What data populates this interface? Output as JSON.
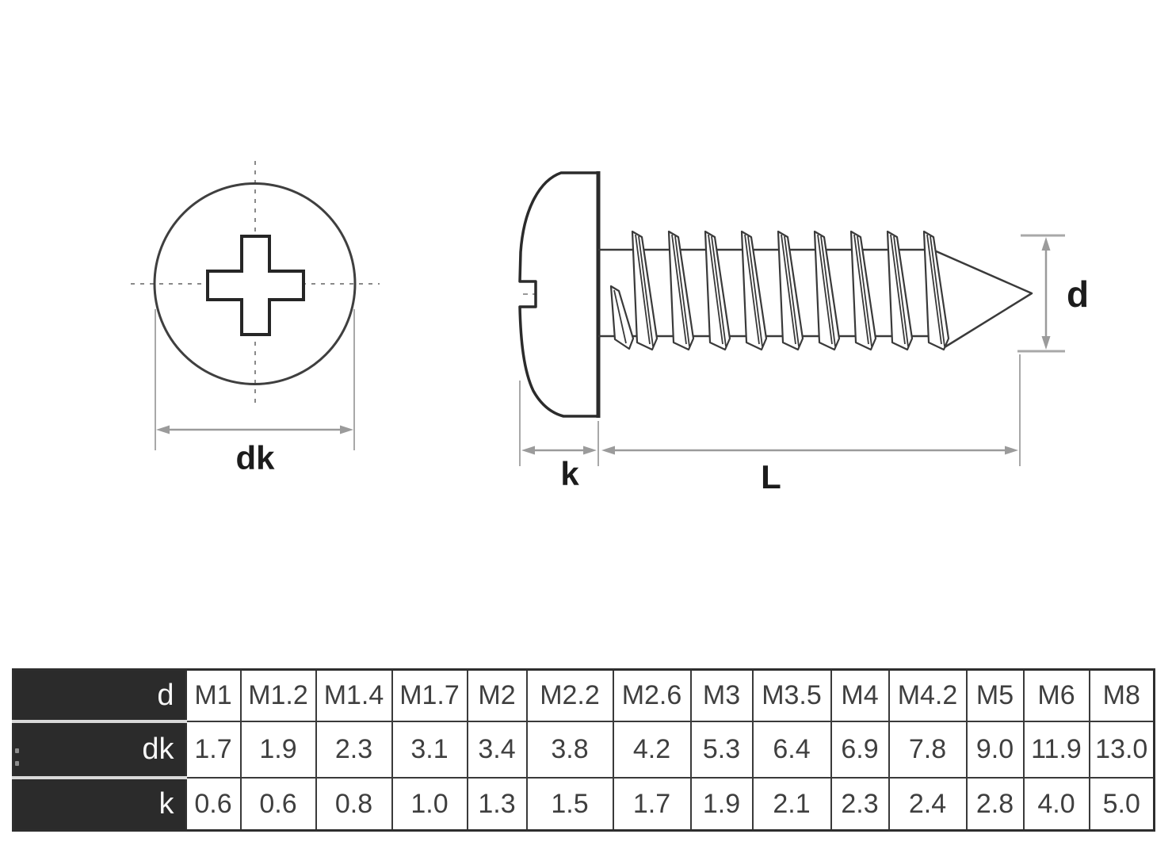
{
  "diagram": {
    "top_view": {
      "name": "pan head screw top view with phillips recess",
      "dimension_label": "dk"
    },
    "side_view": {
      "name": "pan head self-tapping screw side view",
      "head_height_label": "k",
      "length_label": "L",
      "thread_diameter_label": "d"
    }
  },
  "table": {
    "row_headers": {
      "d": "d",
      "dk": "dk",
      "k": "k"
    },
    "sizes": [
      "M1",
      "M1.2",
      "M1.4",
      "M1.7",
      "M2",
      "M2.2",
      "M2.6",
      "M3",
      "M3.5",
      "M4",
      "M4.2",
      "M5",
      "M6",
      "M8"
    ],
    "dk": [
      "1.7",
      "1.9",
      "2.3",
      "3.1",
      "3.4",
      "3.8",
      "4.2",
      "5.3",
      "6.4",
      "6.9",
      "7.8",
      "9.0",
      "11.9",
      "13.0"
    ],
    "k": [
      "0.6",
      "0.6",
      "0.8",
      "1.0",
      "1.3",
      "1.5",
      "1.7",
      "1.9",
      "2.1",
      "2.3",
      "2.4",
      "2.8",
      "4.0",
      "5.0"
    ]
  },
  "colors": {
    "outline": "#2b2b2b",
    "thread_line": "#3a3a3a",
    "dimension_line": "#9b9b9b",
    "extension_line": "#a8a8a8",
    "centerline": "#8a8a8a",
    "table_header_bg": "#2b2b2b",
    "table_border": "#333333",
    "background": "#ffffff"
  }
}
